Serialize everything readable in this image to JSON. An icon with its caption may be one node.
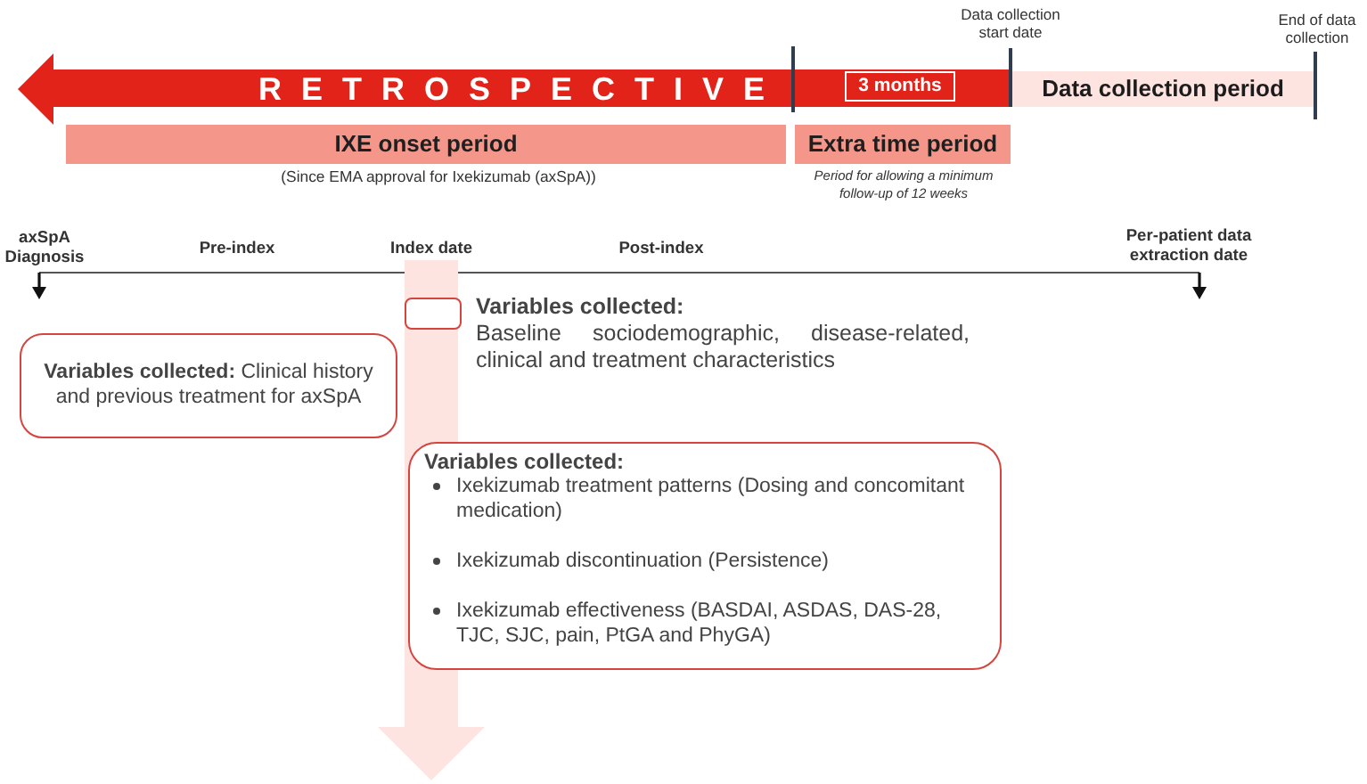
{
  "diagram": {
    "nodes": [
      {
        "text": [
          "RETROSPECTIVE"
        ]
      },
      {
        "text": [
          "3 months"
        ],
        "in": 0
      },
      {
        "text": [
          "Data collection period"
        ]
      },
      {
        "text": [
          "IXE onset period"
        ],
        "beside": [
          "(Since EMA approval for Ixekizumab (axSpA))"
        ]
      },
      {
        "text": [
          "Extra time period"
        ],
        "beside": [
          "Period for allowing a minimum follow-up of 12 weeks"
        ]
      },
      {
        "text": [],
        "shape": "box",
        "beside": [
          "Variables collected:",
          "Baseline sociodemographic, disease-related, clinical and treatment characteristics"
        ]
      },
      {
        "text": [
          "**Variables collected:** Clinical history and previous treatment for axSpA"
        ]
      },
      {
        "text": [
          "Variables collected:",
          "Ixekizumab treatment patterns (Dosing and concomitant medication)",
          "Ixekizumab discontinuation (Persistence)",
          "Ixekizumab effectiveness (BASDAI, ASDAS, DAS-28, TJC, SJC, pain, PtGA and PhyGA)"
        ]
      }
    ],
    "labels": [
      "Data collection start date",
      "End of data collection",
      "axSpA Diagnosis",
      "Pre-index",
      "Index date",
      "Post-index",
      "Per-patient data extraction date"
    ]
  }
}
